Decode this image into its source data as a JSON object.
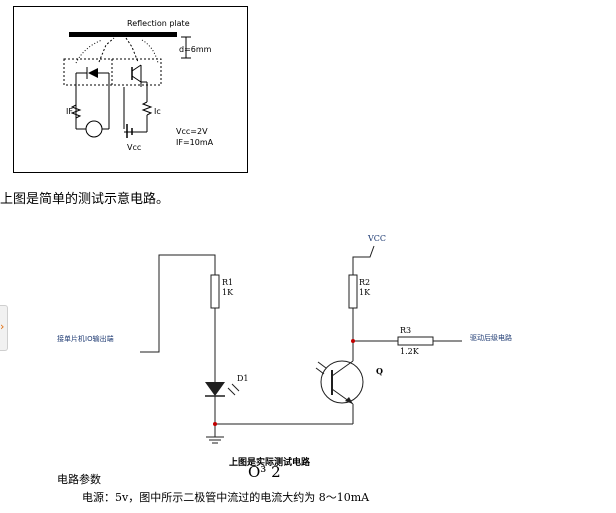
{
  "top_figure": {
    "reflection_plate": "Reflection plate",
    "gap": "d=6mm",
    "if_label": "IF",
    "ic_label": "Ic",
    "vcc_label": "Vcc",
    "vcc_value": "Vcc=2V",
    "if_value": "IF=10mA"
  },
  "caption_top": "上图是简单的测试示意电路。",
  "circuit": {
    "vcc": "VCC",
    "r1_name": "R1",
    "r1_value": "1K",
    "r2_name": "R2",
    "r2_value": "1K",
    "r3_name": "R3",
    "r3_value": "1.2K",
    "d1": "D1",
    "q": "Q",
    "io_label": "接单片机IO输出端",
    "drive_label": "驱动后级电路",
    "caption": "上图是实际测试电路"
  },
  "formula": "O³ 2",
  "params_title": "电路参数",
  "power_text": "电源：5v，图中所示二极管中流过的电流大约为 8～10mA",
  "side_tab_icon": "chevron-right-icon",
  "colors": {
    "wire": "#1f1f1f",
    "node": "#c00000",
    "tab_arrow": "#e36c0a",
    "label_blue": "#1f3b73"
  }
}
